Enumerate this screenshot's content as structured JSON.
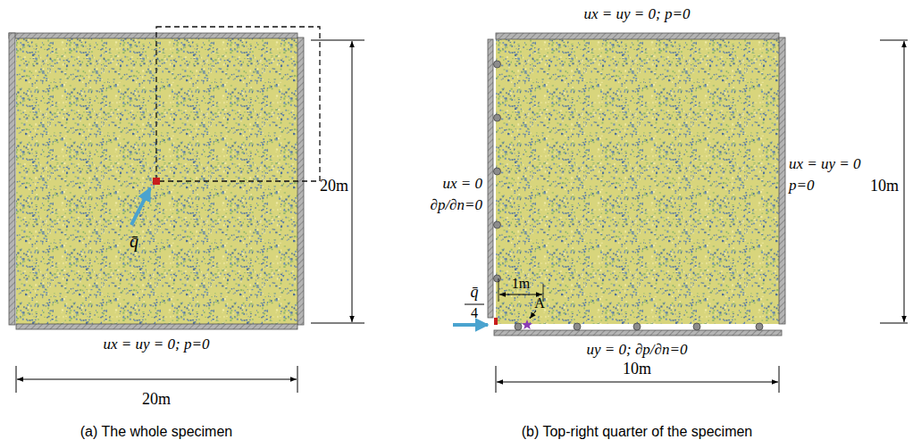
{
  "diagram": {
    "labels": [
      "20m",
      "q̄",
      "ux = uy = 0; p=0",
      "20m",
      "(a) The whole specimen",
      "ux = uy = 0; p=0",
      "ux = 0",
      "∂p/∂n=0",
      "ux = uy = 0",
      "p=0",
      "10m",
      "1m",
      "A",
      "q̄",
      "4",
      "uy = 0; ∂p/∂n=0",
      "10m",
      "(b) Top-right quarter of the specimen"
    ]
  }
}
